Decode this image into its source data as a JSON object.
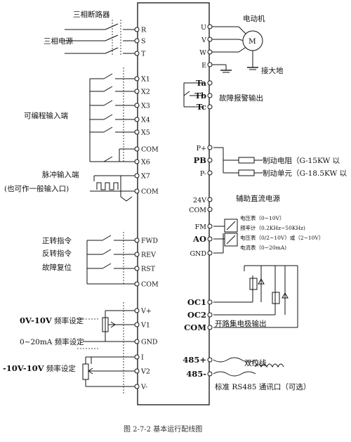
{
  "labels": {
    "breaker": "三相断路器",
    "power": "三相电源",
    "motor": "电动机",
    "motor_m": "M",
    "ground": "接大地",
    "fault_out": "故障报警输出",
    "prog_input": "可编程输入端",
    "pulse_input": "脉冲输入端",
    "pulse_note": "(也可作一般输入口)",
    "brake_res": "制动电阻（G-15KW 以",
    "brake_unit": "制动单元（G-18.5KW 以",
    "aux_power": "辅助直流电源",
    "fwd_cmd": "正转指令",
    "rev_cmd": "反转指令",
    "fault_reset": "故障复位",
    "voltmeter": "电压表（0~10V）",
    "freq_meter": "频率计（0.2KHz~50KHz)",
    "voltmeter2": "电压表（0/2~10V）或（2~10V）",
    "ammeter": "电流表（0~20mA)",
    "oc_out": "开路集电极输出",
    "twisted": "双绞线",
    "rs485": "标准 RS485 通讯口（可选）",
    "set_v1_a": "0V-10V",
    "set_v1_b": " 频率设定",
    "set_gnd": "0~20mA 频率设定",
    "set_v2_a": "-10V-10V",
    "set_v2_b": " 频率设定",
    "caption": "图 2-7-2 基本运行配线图"
  },
  "terminals": {
    "left": [
      "R",
      "S",
      "T",
      "X1",
      "X2",
      "X3",
      "X4",
      "X5",
      "COM",
      "X6",
      "X7",
      "COM",
      "FWD",
      "REV",
      "RST",
      "COM",
      "V+",
      "V1",
      "GND",
      "I",
      "V2",
      "V-"
    ],
    "right": [
      "U",
      "V",
      "W",
      "E",
      "Ta",
      "Tb",
      "Tc",
      "P+",
      "PB",
      "P-",
      "24V",
      "COM",
      "FM",
      "AO",
      "GND",
      "OC1",
      "OC2",
      "COM",
      "485+",
      "485-"
    ]
  }
}
